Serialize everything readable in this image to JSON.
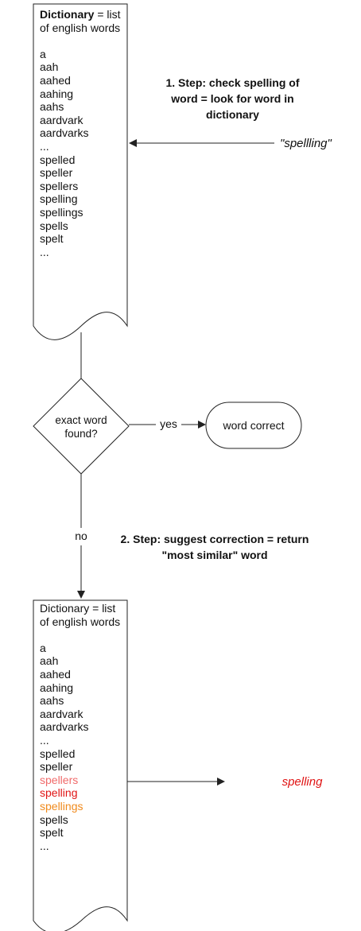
{
  "doc1": {
    "title_bold": "Dictionary",
    "title_rest": " = list",
    "title_line2": "of english words",
    "words": [
      "a",
      "aah",
      "aahed",
      "aahing",
      "aahs",
      "aardvark",
      "aardvarks",
      "...",
      "spelled",
      "speller",
      "spellers",
      "spelling",
      "spellings",
      "spells",
      "spelt",
      "..."
    ]
  },
  "step1": {
    "line1": "1. Step: check spelling of",
    "line2": "word = look for word in",
    "line3": "dictionary"
  },
  "input_word": "\"spellling\"",
  "decision": {
    "line1": "exact word",
    "line2": "found?"
  },
  "yes_label": "yes",
  "no_label": "no",
  "result_terminal": "word correct",
  "step2": {
    "line1": "2. Step: suggest correction = return",
    "line2": "\"most similar\" word"
  },
  "doc2": {
    "title_line1": "Dictionary = list",
    "title_line2": "of english words",
    "words": [
      {
        "text": "a",
        "color": "#111111"
      },
      {
        "text": "aah",
        "color": "#111111"
      },
      {
        "text": "aahed",
        "color": "#111111"
      },
      {
        "text": "aahing",
        "color": "#111111"
      },
      {
        "text": "aahs",
        "color": "#111111"
      },
      {
        "text": "aardvark",
        "color": "#111111"
      },
      {
        "text": "aardvarks",
        "color": "#111111"
      },
      {
        "text": "...",
        "color": "#111111"
      },
      {
        "text": "spelled",
        "color": "#111111"
      },
      {
        "text": "speller",
        "color": "#111111"
      },
      {
        "text": "spellers",
        "color": "#f06a6a"
      },
      {
        "text": "spelling",
        "color": "#e01414"
      },
      {
        "text": "spellings",
        "color": "#f08a1c"
      },
      {
        "text": "spells",
        "color": "#111111"
      },
      {
        "text": "spelt",
        "color": "#111111"
      },
      {
        "text": "...",
        "color": "#111111"
      }
    ]
  },
  "output_word": "spelling",
  "colors": {
    "stroke": "#222222",
    "output": "#e01414"
  }
}
